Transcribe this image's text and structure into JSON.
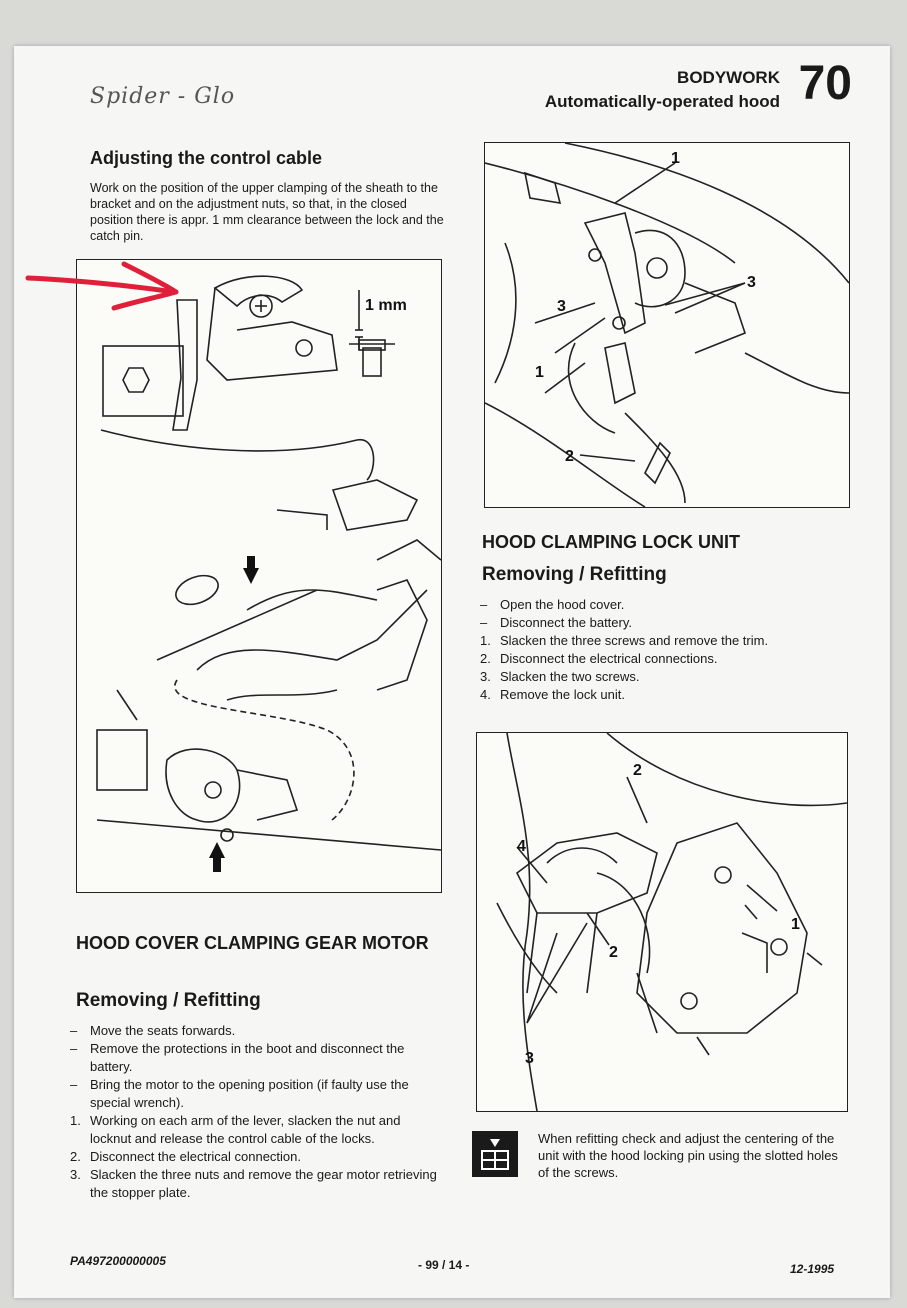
{
  "header": {
    "logo_text": "Spider - Glo",
    "section": "BODYWORK",
    "subtitle": "Automatically-operated hood",
    "number": "70"
  },
  "left": {
    "title": "Adjusting the control cable",
    "intro": "Work on the position of the upper clamping of the sheath to the bracket and on the adjustment nuts, so that, in the closed position there is appr. 1 mm clearance between the lock and the catch pin.",
    "fig_label": "1 mm",
    "section2_title": "HOOD COVER CLAMPING GEAR MOTOR",
    "section2_sub": "Removing / Refitting",
    "steps": [
      {
        "marker": "–",
        "text": "Move the seats forwards."
      },
      {
        "marker": "–",
        "text": "Remove the protections in the boot and disconnect the battery."
      },
      {
        "marker": "–",
        "text": "Bring the motor to the opening position (if faulty use the special wrench)."
      },
      {
        "marker": "1.",
        "text": "Working on each arm of the lever, slacken the nut and locknut and release the control cable of the locks."
      },
      {
        "marker": "2.",
        "text": "Disconnect the electrical connection."
      },
      {
        "marker": "3.",
        "text": "Slacken the three nuts and remove the gear motor retrieving the stopper plate."
      }
    ]
  },
  "right": {
    "fig1_callouts": [
      "1",
      "3",
      "3",
      "1",
      "2"
    ],
    "section_title": "HOOD CLAMPING LOCK UNIT",
    "section_sub": "Removing / Refitting",
    "steps": [
      {
        "marker": "–",
        "text": "Open the hood cover."
      },
      {
        "marker": "–",
        "text": "Disconnect the battery."
      },
      {
        "marker": "1.",
        "text": "Slacken the three screws and remove the trim."
      },
      {
        "marker": "2.",
        "text": "Disconnect the electrical connections."
      },
      {
        "marker": "3.",
        "text": "Slacken the two screws."
      },
      {
        "marker": "4.",
        "text": "Remove the lock unit."
      }
    ],
    "fig2_callouts": [
      "2",
      "4",
      "1",
      "2",
      "3"
    ],
    "note": "When refitting check and adjust the centering of the unit with the hood locking pin using the slotted holes of the screws."
  },
  "footer": {
    "code": "PA497200000005",
    "page": "- 99 / 14 -",
    "date": "12-1995"
  },
  "colors": {
    "annotation_arrow": "#e0203a",
    "ink": "#1a1a1a"
  }
}
